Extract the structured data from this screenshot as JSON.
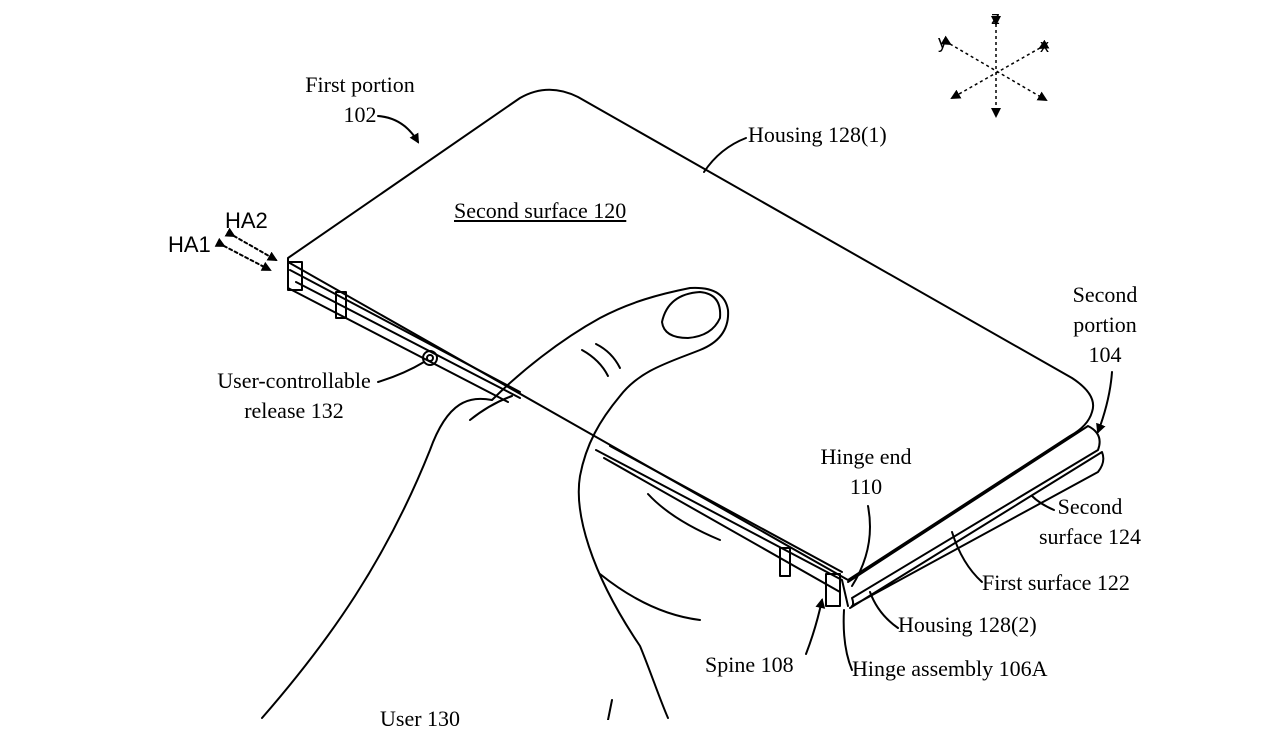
{
  "labels": {
    "first_portion": [
      "First portion",
      "102"
    ],
    "housing_1": "Housing 128(1)",
    "second_surface_120": "Second surface 120",
    "ha1": "HA1",
    "ha2": "HA2",
    "second_portion": [
      "Second",
      "portion",
      "104"
    ],
    "release": [
      "User-controllable",
      "release 132"
    ],
    "hinge_end": [
      "Hinge end",
      "110"
    ],
    "second_surface_124": [
      "Second",
      "surface 124"
    ],
    "first_surface_122": "First surface 122",
    "housing_2": "Housing 128(2)",
    "spine": "Spine 108",
    "hinge_assembly": "Hinge assembly 106A",
    "user": "User 130"
  },
  "axes": {
    "z": "z",
    "y": "y",
    "x": "x"
  }
}
